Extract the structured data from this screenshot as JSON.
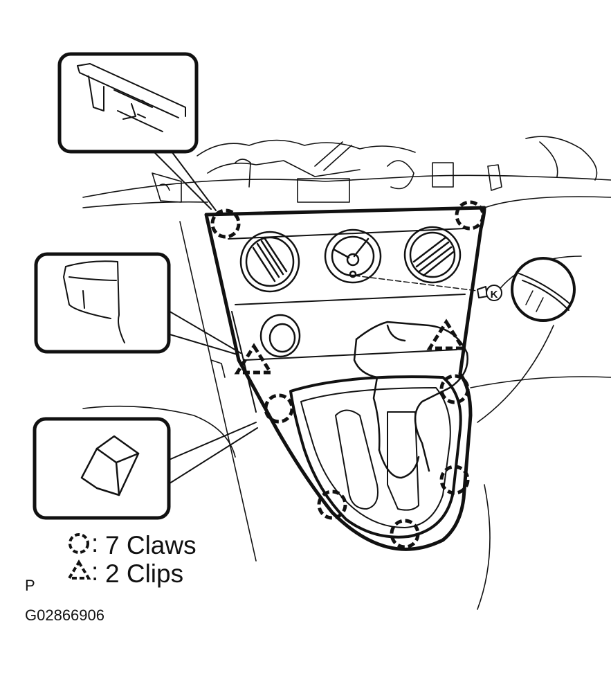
{
  "legend": {
    "claws_label": "7 Claws",
    "clips_label": "2 Clips"
  },
  "screw_mark": "K",
  "view_letter": "P",
  "figure_id": "G02866906",
  "colors": {
    "ink": "#111111",
    "background": "#ffffff"
  }
}
